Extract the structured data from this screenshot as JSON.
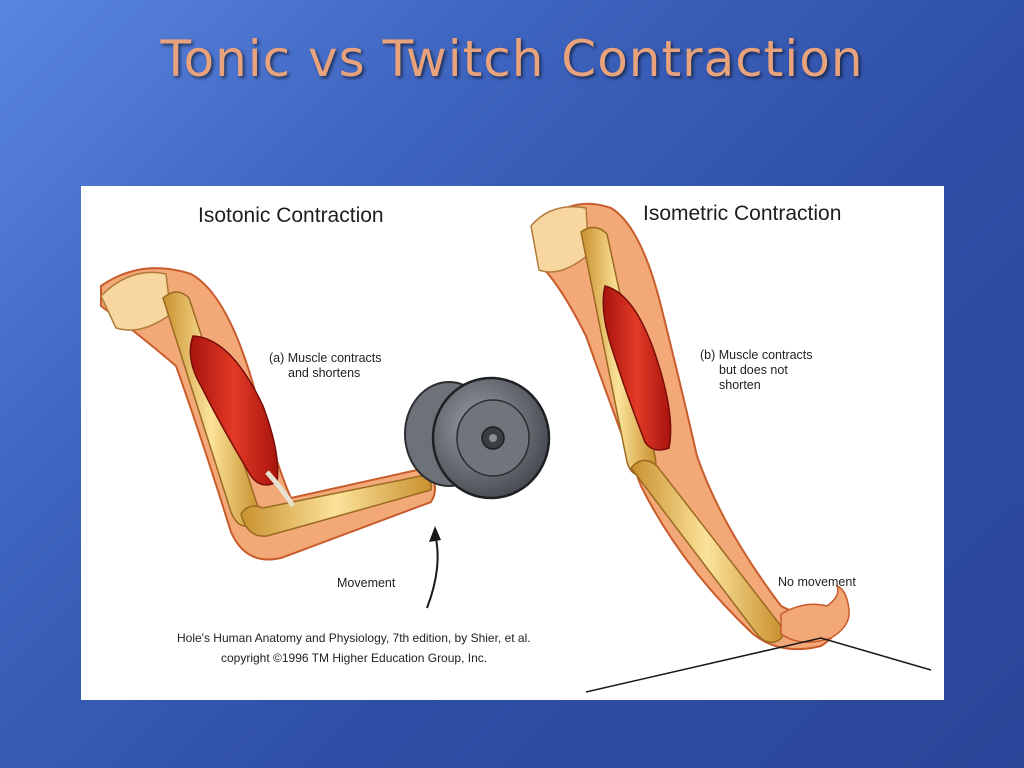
{
  "slide": {
    "title": "Tonic vs Twitch Contraction"
  },
  "figure": {
    "left": {
      "heading": "Isotonic Contraction",
      "label_a_line1": "(a) Muscle contracts",
      "label_a_line2": "and shortens",
      "movement": "Movement"
    },
    "right": {
      "heading": "Isometric Contraction",
      "label_b_line1": "(b) Muscle contracts",
      "label_b_line2": "but does not",
      "label_b_line3": "shorten",
      "no_movement": "No movement"
    },
    "credit_line1": "Hole's Human Anatomy and Physiology, 7th edition, by Shier, et al.",
    "credit_line2": "copyright ©1996 TM Higher Education Group, Inc."
  },
  "colors": {
    "title": "#e8a27c",
    "muscle": "#d8281c",
    "bone": "#f2c66a",
    "skin": "#f0a070",
    "weight": "#5e6268"
  }
}
